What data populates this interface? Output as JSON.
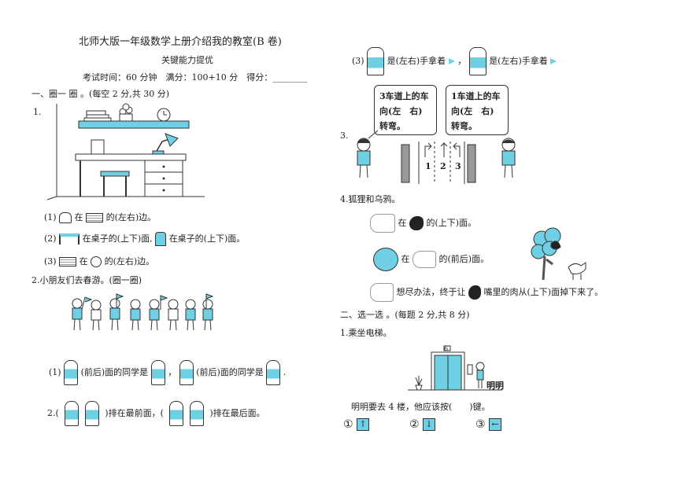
{
  "header": {
    "title": "北师大版一年级数学上册介绍我的教室(B 卷)",
    "subtitle": "关键能力提优",
    "info": "考试时间：60 分钟　满分：100+10 分　得分：________"
  },
  "section1": {
    "heading": "一、圈一 圈 。(每空 2 分,共 30 分)",
    "q1_num": "1.",
    "q1_items": [
      {
        "num": "(1)",
        "mid": "在",
        "tail": "的(左右)边。"
      },
      {
        "num": "(2)",
        "a": "在桌子的(上下)面,",
        "b": "在桌子的(上下)面。"
      },
      {
        "num": "(3)",
        "mid": "在",
        "tail": "的(左右)边。"
      }
    ],
    "q2_title": "2.小朋友们去春游。(圈一圈)",
    "q2_row1": {
      "num": "(1)",
      "a": "(前后)面的同学是",
      "sep": "，",
      "b": "(前后)面的同学是",
      "end": "."
    },
    "q2_row2": {
      "open": "2.(",
      "a": ")排在最前面，(",
      "b": ")排在最后面。"
    },
    "q3_row": {
      "num": "(3)",
      "a": "是(左右)手拿着",
      "sep": "，",
      "b": "是(左右)手拿着"
    }
  },
  "right": {
    "q3_num": "3.",
    "bubble_left": [
      "3车道上的车",
      "向(左　右)",
      "转弯。"
    ],
    "bubble_right": [
      "1车道上的车",
      "向(左　右)",
      "转弯。"
    ],
    "lane_labels": [
      "1",
      "2",
      "3"
    ],
    "q4_title": "4.狐狸和乌鸦。",
    "q4_line1": {
      "a": "在",
      "b": "的(上下)面。"
    },
    "q4_line2": {
      "a": "在",
      "b": "的(前后)面。"
    },
    "q4_line3": {
      "a": "想尽办法，终于让",
      "b": "嘴里的肉从(上下)面掉下来了。"
    }
  },
  "section2": {
    "heading": "二、选一选 。(每题 2 分,共 8 分)",
    "q1_title": "1.乘坐电梯。",
    "elevator_floor": "6",
    "name_label": "明明",
    "question": "明明要去 4 楼，他应该按(　　)键。",
    "options": [
      {
        "num": "①",
        "icon": "up-arrow-icon",
        "glyph": "↑"
      },
      {
        "num": "②",
        "icon": "down-arrow-icon",
        "glyph": "↓"
      },
      {
        "num": "③",
        "icon": "left-arrow-icon",
        "glyph": "←"
      }
    ]
  },
  "colors": {
    "accent": "#6fd0e4",
    "ink": "#222222"
  }
}
